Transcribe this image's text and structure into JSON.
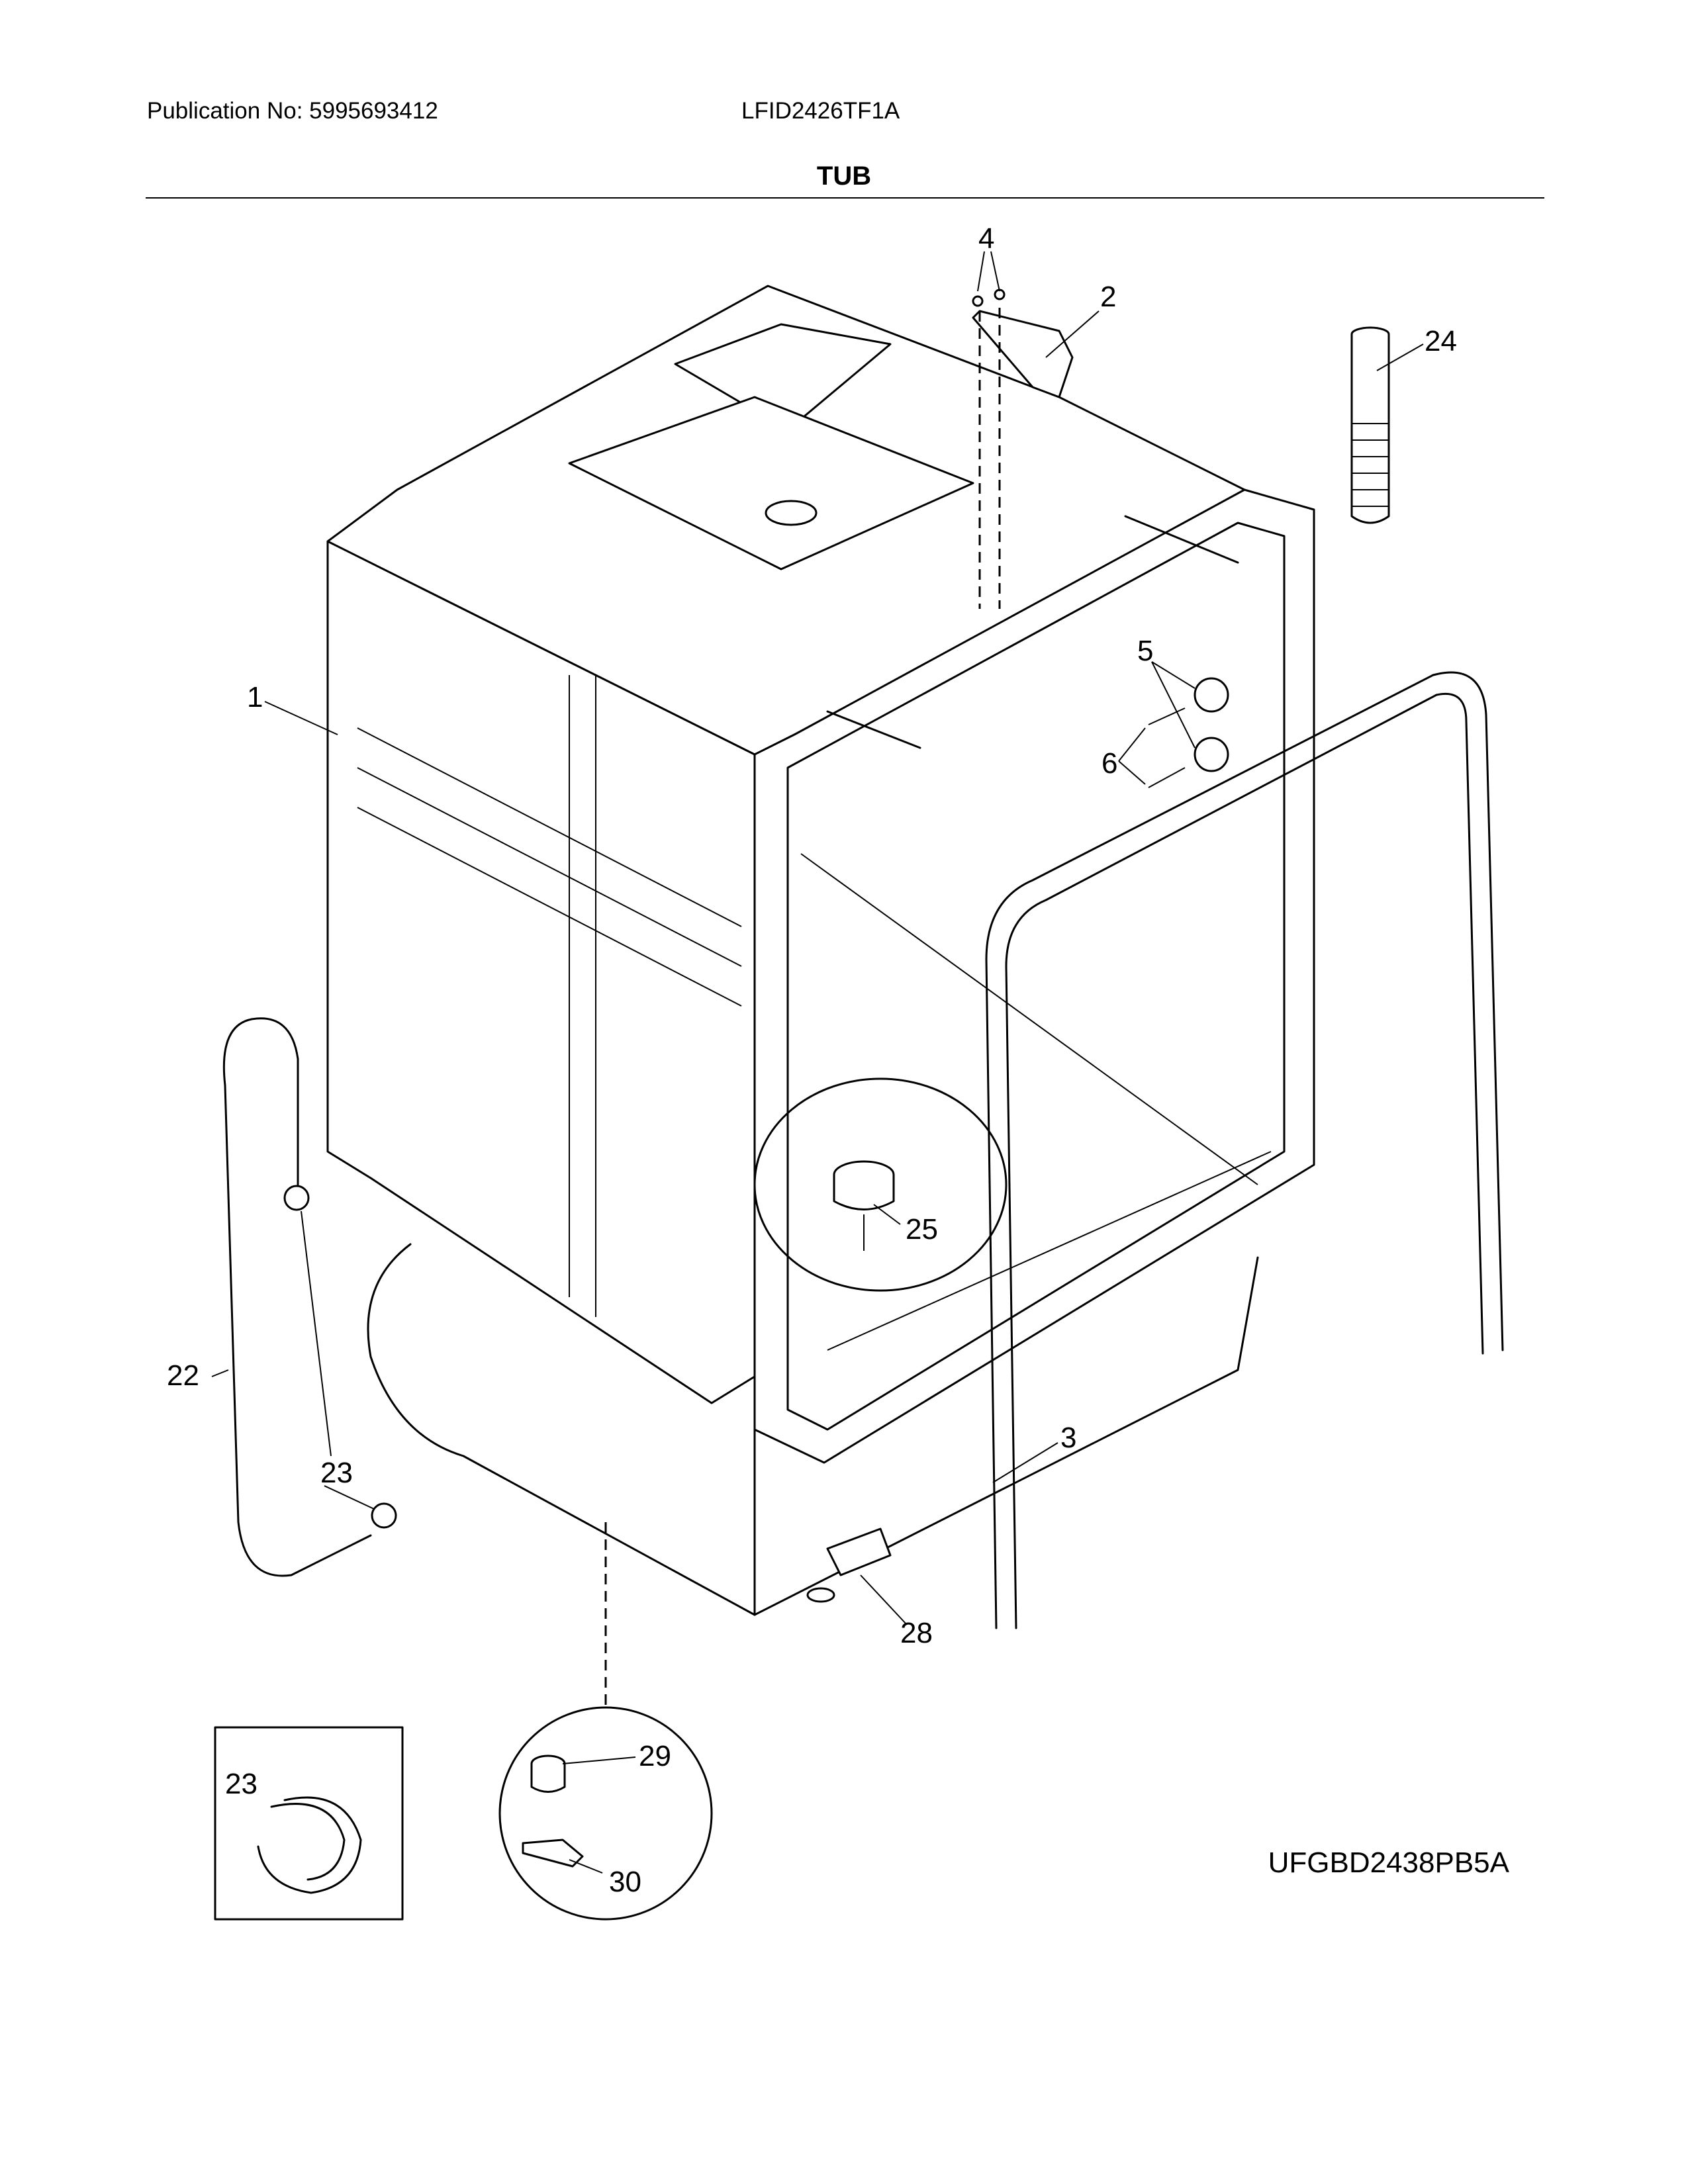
{
  "header": {
    "publication": "Publication No: 5995693412",
    "model": "LFID2426TF1A",
    "section_title": "TUB"
  },
  "footer": {
    "diagram_code": "UFGBD2438PB5A"
  },
  "callouts": {
    "c1": "1",
    "c2": "2",
    "c3": "3",
    "c4": "4",
    "c5": "5",
    "c6": "6",
    "c22": "22",
    "c23a": "23",
    "c23b": "23",
    "c24": "24",
    "c25": "25",
    "c28": "28",
    "c29": "29",
    "c30": "30"
  }
}
